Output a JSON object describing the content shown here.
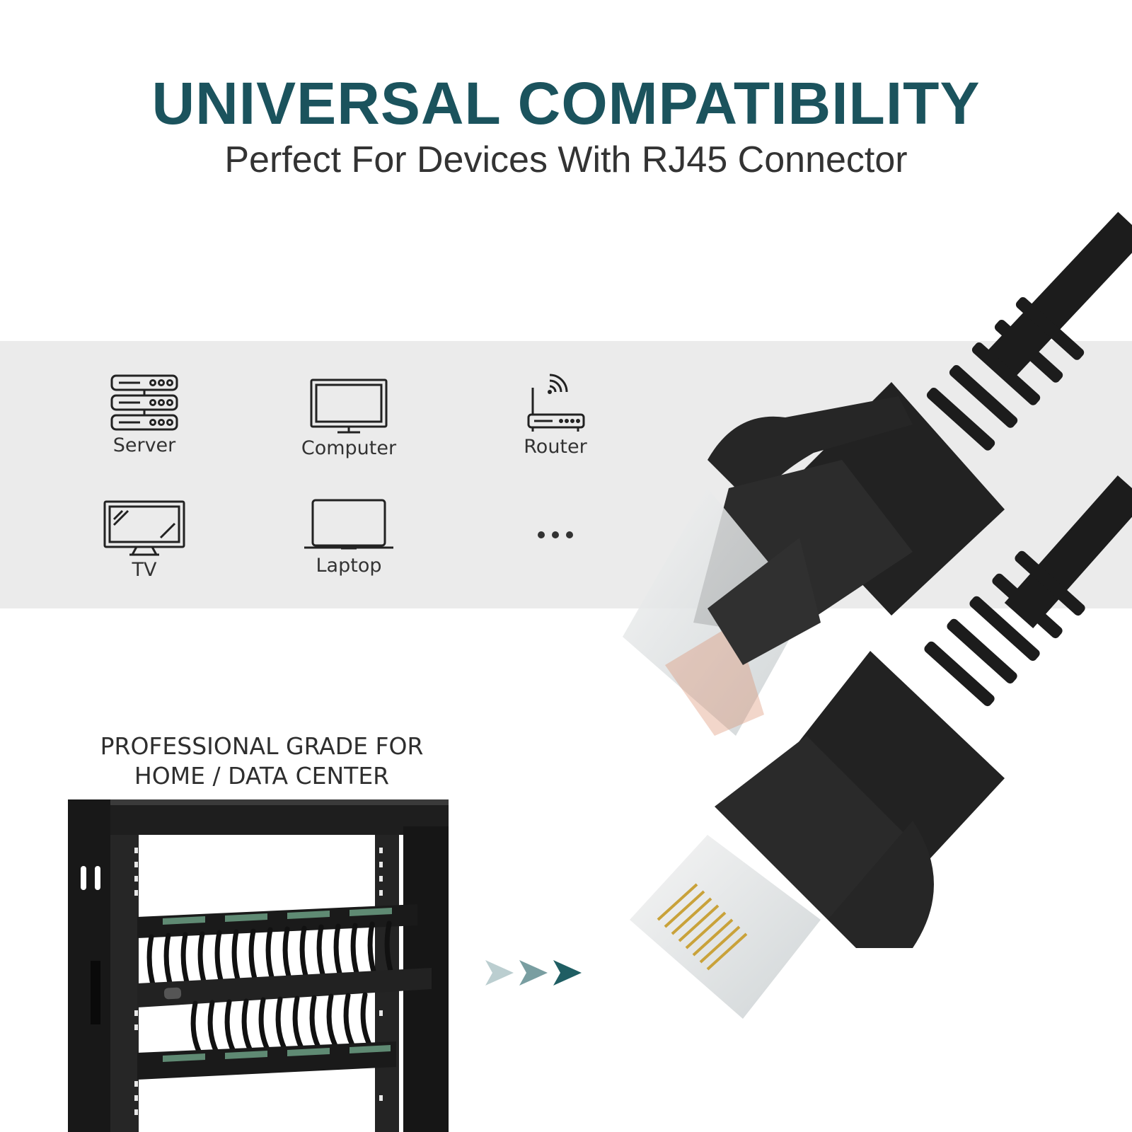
{
  "header": {
    "title": "UNIVERSAL COMPATIBILITY",
    "subtitle": "Perfect For Devices With RJ45 Connector"
  },
  "devices": [
    {
      "label": "Server",
      "icon": "server-icon"
    },
    {
      "label": "Computer",
      "icon": "monitor-icon"
    },
    {
      "label": "Router",
      "icon": "router-icon"
    },
    {
      "label": "TV",
      "icon": "tv-icon"
    },
    {
      "label": "Laptop",
      "icon": "laptop-icon"
    },
    {
      "label": "",
      "icon": "more-dots-icon"
    }
  ],
  "rack_caption": {
    "line1": "PROFESSIONAL GRADE FOR",
    "line2": "HOME / DATA CENTER"
  },
  "colors": {
    "title": "#1b535d",
    "arrow": "#1f5e63",
    "band": "#ebebeb",
    "cable": "#1c1c1c"
  }
}
